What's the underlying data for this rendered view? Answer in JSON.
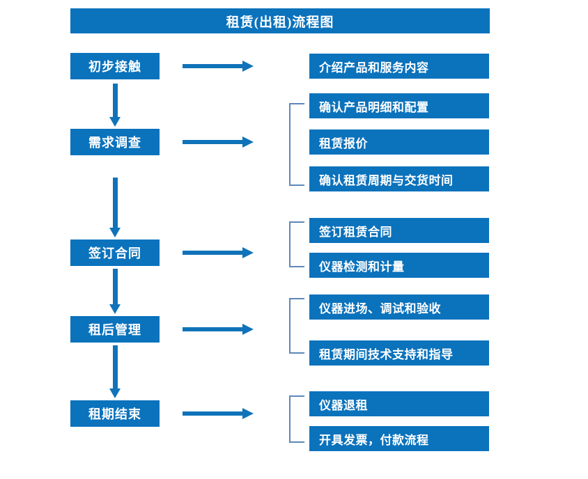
{
  "title": "租赁(出租)流程图",
  "accent_color": "#0B72BC",
  "arrow_color": "#1073B9",
  "bracket_color": "#5C88B8",
  "text_color": "#FFFFFF",
  "stages": [
    {
      "label": "初步接触"
    },
    {
      "label": "需求调查"
    },
    {
      "label": "签订合同"
    },
    {
      "label": "租后管理"
    },
    {
      "label": "租期结束"
    }
  ],
  "details": [
    {
      "label": "介绍产品和服务内容"
    },
    {
      "label": "确认产品明细和配置"
    },
    {
      "label": "租赁报价"
    },
    {
      "label": "确认租赁周期与交货时间"
    },
    {
      "label": "签订租赁合同"
    },
    {
      "label": "仪器检测和计量"
    },
    {
      "label": "仪器进场、调试和验收"
    },
    {
      "label": "租赁期间技术支持和指导"
    },
    {
      "label": "仪器退租"
    },
    {
      "label": "开具发票，付款流程"
    }
  ],
  "groups": [
    {
      "stage": "需求调查",
      "members": [
        "确认产品明细和配置",
        "租赁报价",
        "确认租赁周期与交货时间"
      ]
    },
    {
      "stage": "签订合同",
      "members": [
        "签订租赁合同",
        "仪器检测和计量"
      ]
    },
    {
      "stage": "租后管理",
      "members": [
        "仪器进场、调试和验收",
        "租赁期间技术支持和指导"
      ]
    },
    {
      "stage": "租期结束",
      "members": [
        "仪器退租",
        "开具发票，付款流程"
      ]
    }
  ]
}
